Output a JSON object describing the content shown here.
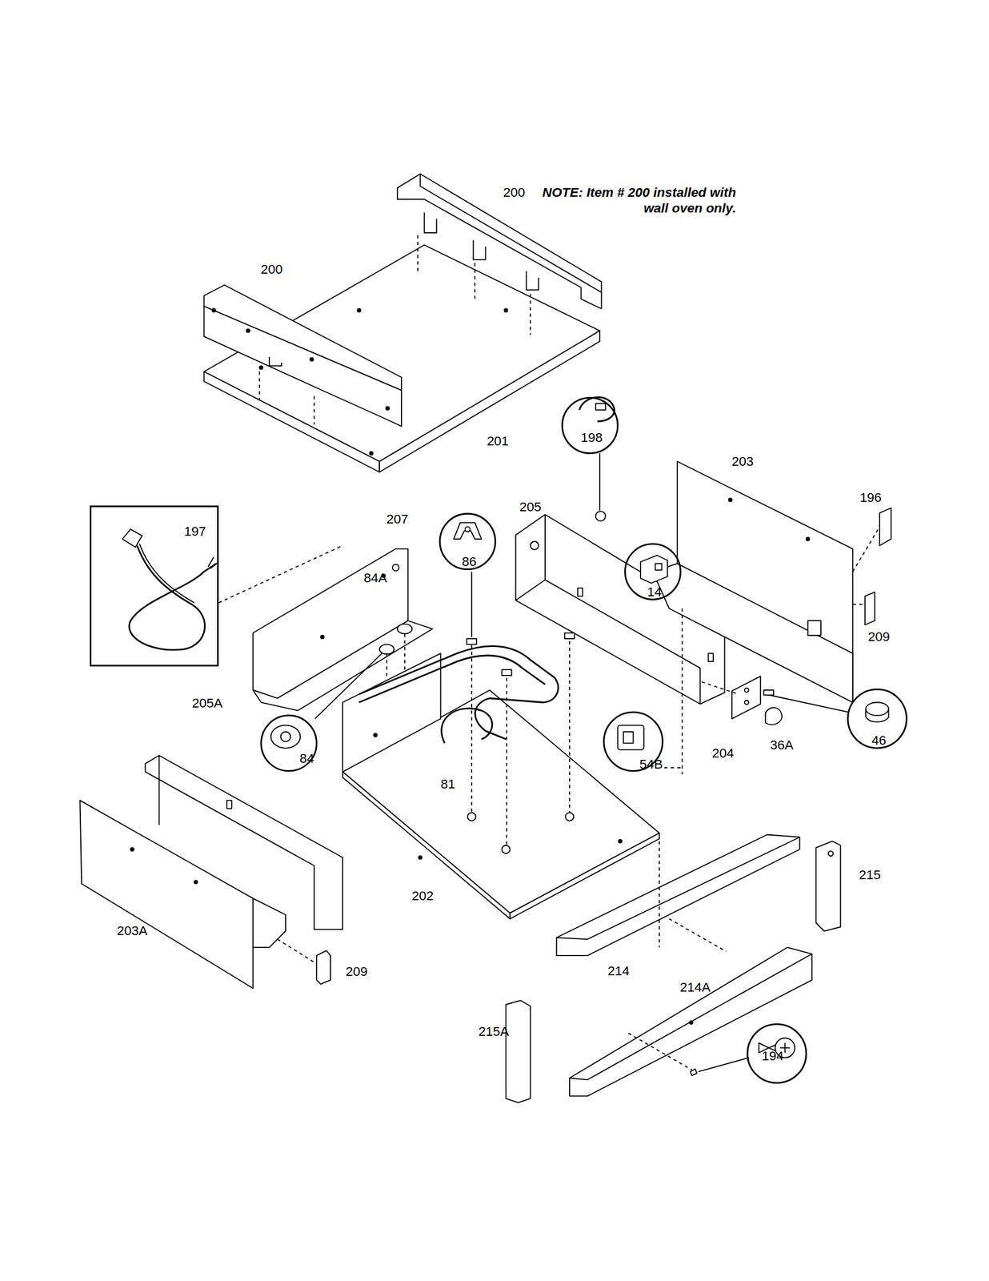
{
  "diagram": {
    "nodes": [
      {
        "text": [
          "198"
        ]
      },
      {
        "text": [
          "197"
        ]
      },
      {
        "text": [
          "86"
        ]
      },
      {
        "text": [
          "14"
        ]
      },
      {
        "text": [
          "46"
        ]
      },
      {
        "text": [
          "54B"
        ]
      },
      {
        "text": [
          "84"
        ]
      },
      {
        "text": [
          "194"
        ]
      }
    ],
    "labels": [
      "200",
      "NOTE: Item # 200 installed with wall oven only.",
      "200",
      "201",
      "203",
      "196",
      "205",
      "207",
      "84A",
      "209",
      "204",
      "36A",
      "81",
      "205A",
      "202",
      "203A",
      "209",
      "215",
      "214",
      "214A",
      "215A"
    ]
  }
}
